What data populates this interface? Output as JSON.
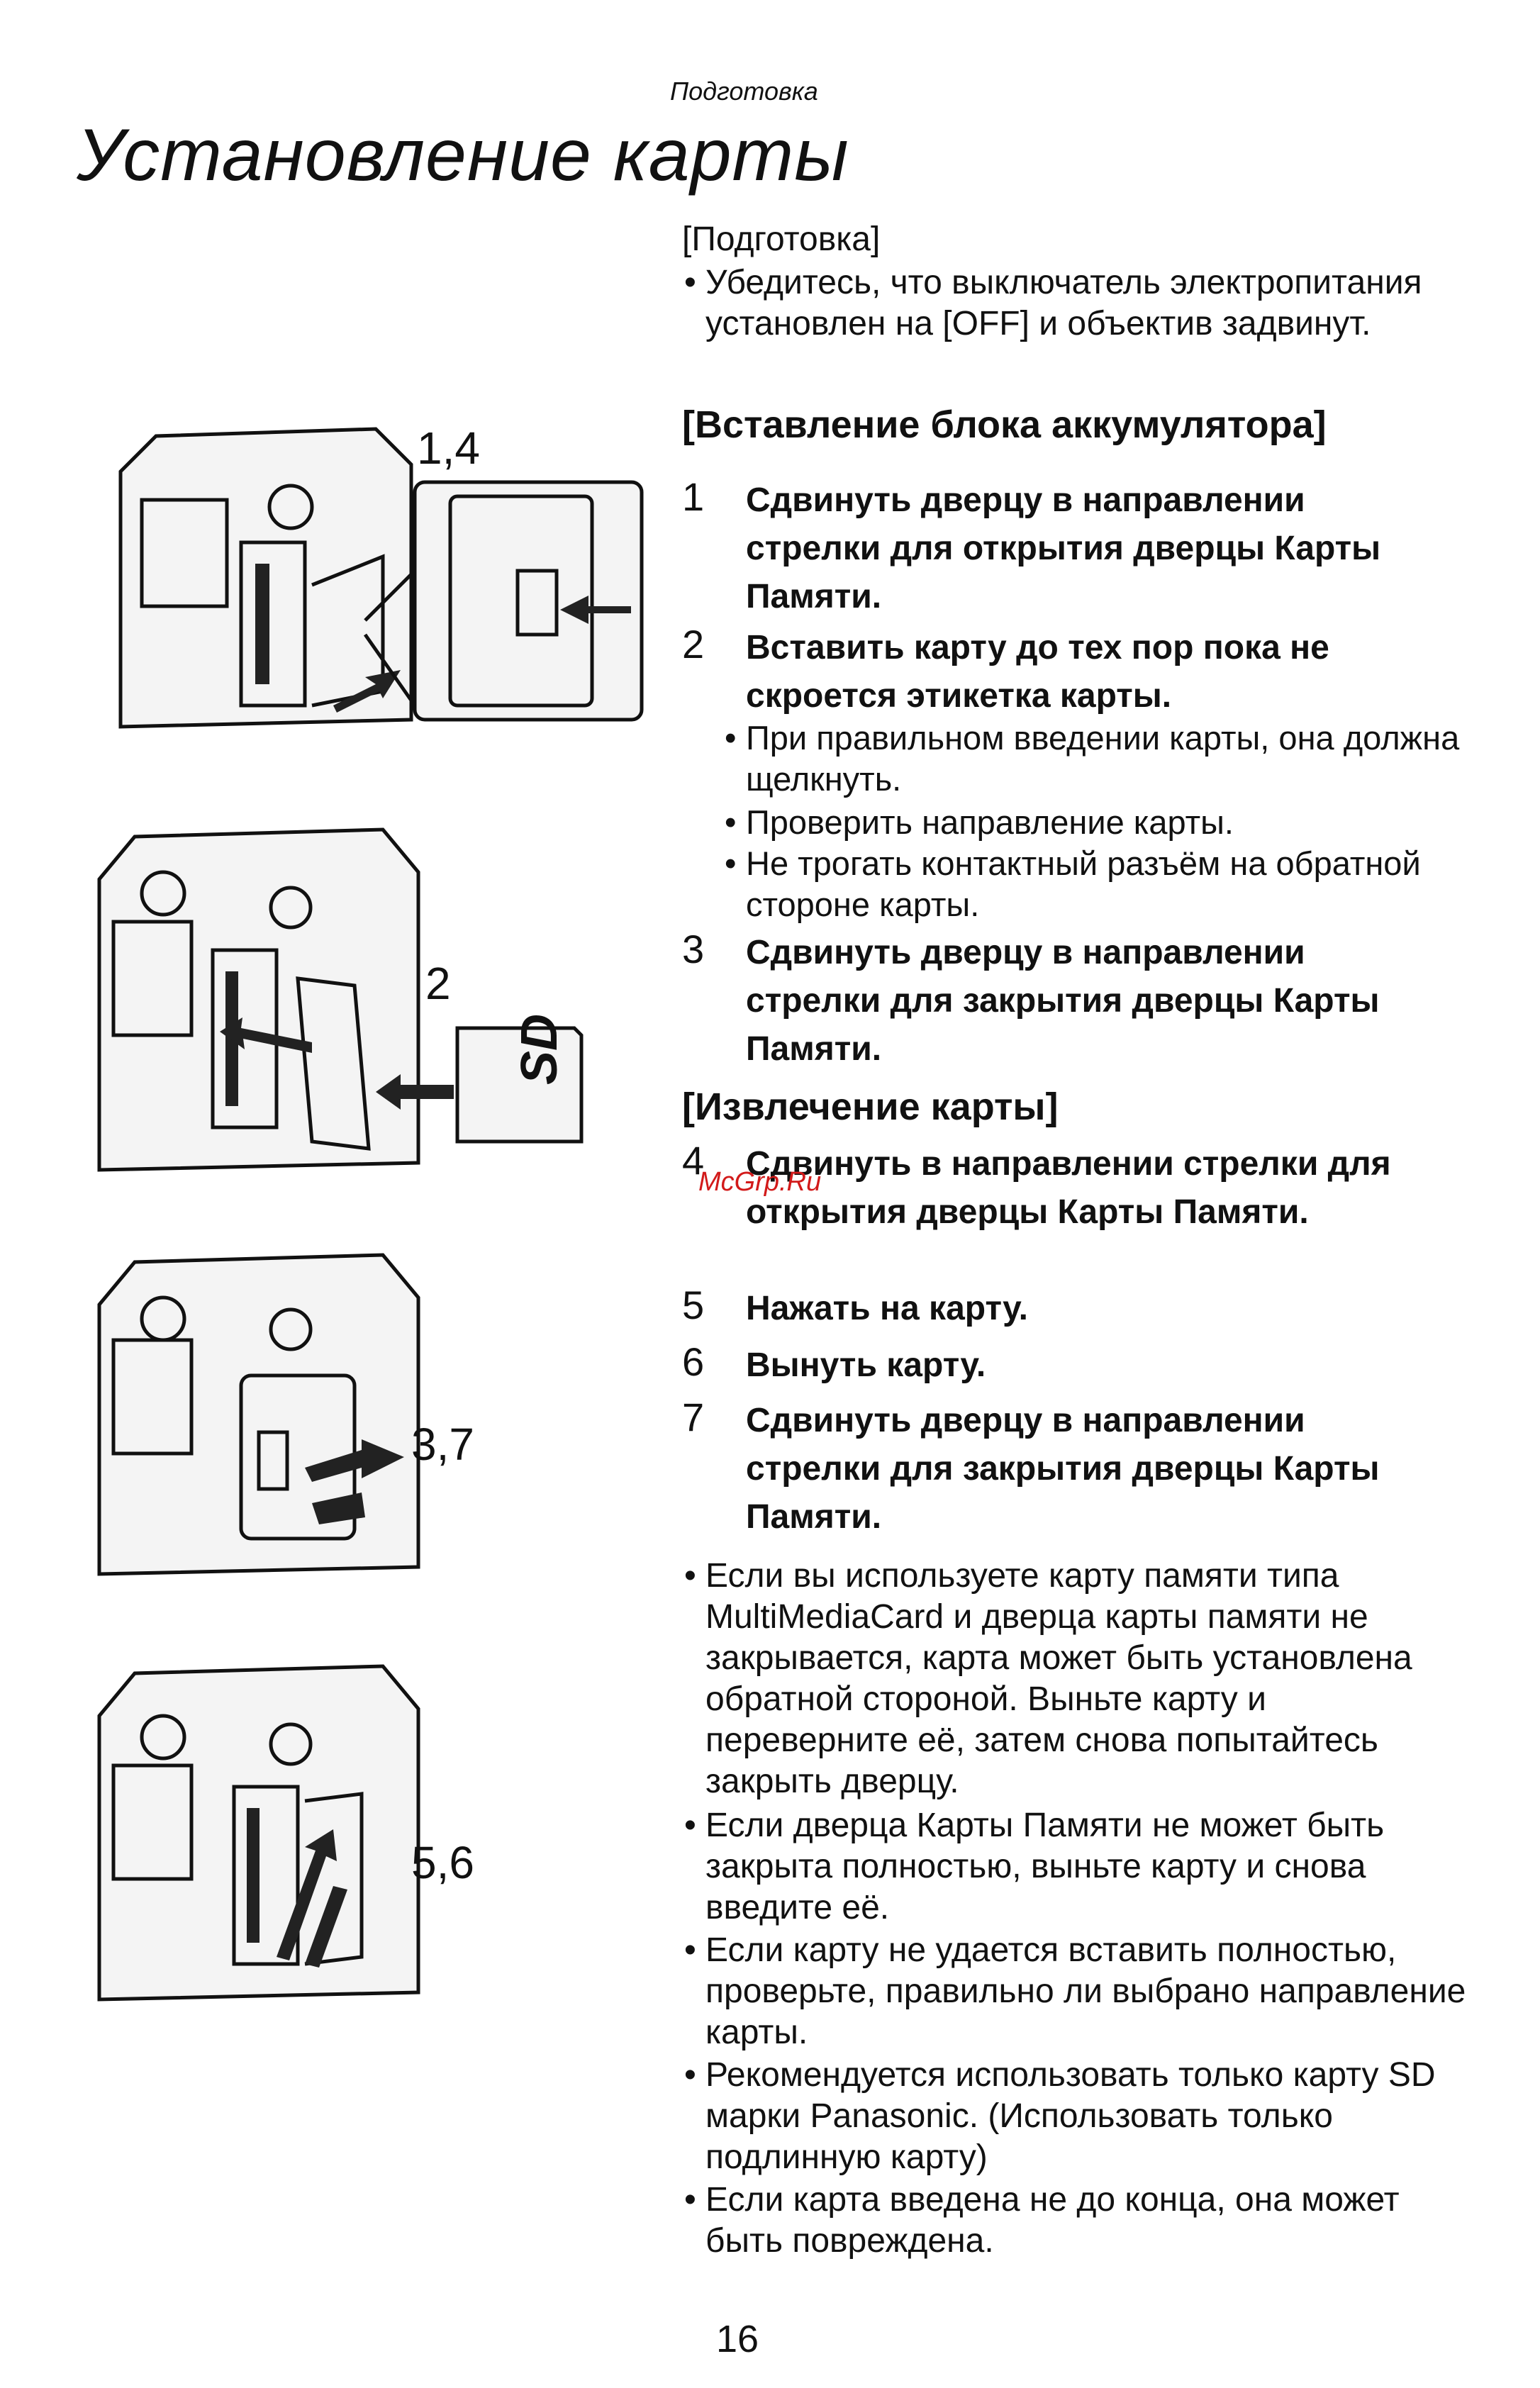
{
  "header": {
    "section": "Подготовка",
    "title": "Установление карты"
  },
  "preparation": {
    "label": "[Подготовка]",
    "bullet": "Убедитесь, что выключатель электропитания установлен на [OFF] и объектив задвинут."
  },
  "insert": {
    "heading": "[Вставление блока аккумулятора]",
    "steps": [
      {
        "num": "1",
        "text": "Сдвинуть дверцу в направлении стрелки для открытия дверцы Карты Памяти."
      },
      {
        "num": "2",
        "text": "Вставить карту до тех пор пока не скроется этикетка карты."
      },
      {
        "num": "3",
        "text": "Сдвинуть дверцу в направлении стрелки для закрытия дверцы Карты Памяти."
      }
    ],
    "step2_bullets": [
      "При правильном введении карты, она должна щелкнуть.",
      "Проверить направление карты.",
      "Не трогать контактный разъём на обратной стороне карты."
    ]
  },
  "remove": {
    "heading": "[Извлечение карты]",
    "steps": [
      {
        "num": "4",
        "text": "Сдвинуть в направлении стрелки для открытия дверцы Карты Памяти."
      },
      {
        "num": "5",
        "text": "Нажать на карту."
      },
      {
        "num": "6",
        "text": "Вынуть карту."
      },
      {
        "num": "7",
        "text": "Сдвинуть дверцу в направлении стрелки для закрытия дверцы Карты Памяти."
      }
    ]
  },
  "notes": [
    "Если вы используете карту памяти типа MultiMediaCard и дверца карты памяти не закрывается, карта может быть установлена обратной стороной. Выньте карту и переверните её, затем снова попытайтесь закрыть дверцу.",
    "Если дверца Карты Памяти не может быть закрыта полностью, выньте карту и снова введите её.",
    "Если карту не удается вставить полностью, проверьте, правильно ли выбрано направление карты.",
    "Рекомендуется использовать только карту SD марки Panasonic. (Использовать только подлинную карту)",
    "Если карта введена не до конца, она может быть повреждена."
  ],
  "figures": {
    "labels": [
      "1,4",
      "2",
      "3,7",
      "5,6"
    ],
    "card_logo": "SD"
  },
  "bullet_glyph": "•",
  "watermark": "McGrp.Ru",
  "page_number": "16"
}
